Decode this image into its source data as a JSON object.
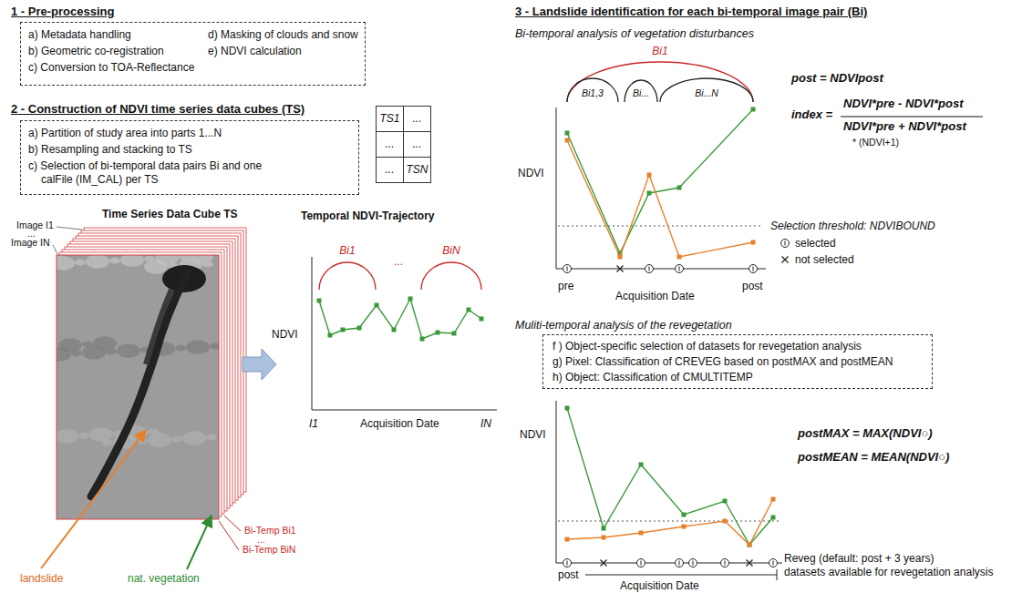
{
  "diagram": {
    "nodes": [
      {
        "text": [
          "a) Metadata handling",
          "b) Geometric co-registration",
          "c) Conversion to TOA-Reflectance",
          "d) Masking of clouds and snow",
          "e) NDVI calculation"
        ]
      },
      {
        "text": [
          "a) Partition of study area into parts 1...N",
          "b) Resampling and stacking to TS",
          "c) Selection of bi-temporal data pairs Bi and one calFile (IM_CAL) per TS"
        ]
      },
      {
        "text": [
          "TS1"
        ]
      },
      {
        "text": [
          "..."
        ]
      },
      {
        "text": [
          "..."
        ]
      },
      {
        "text": [
          "..."
        ]
      },
      {
        "text": [
          "..."
        ]
      },
      {
        "text": [
          "TSN"
        ]
      },
      {
        "text": [
          "f ) Object-specific selection of datasets for revegetation analysis",
          "g) Pixel: Classification of CREVEG based on postMAX and postMEAN",
          "h) Object: Classification of CMULTITEMP"
        ]
      }
    ],
    "labels": [
      "1 - Pre-processing",
      "2 - Construction of NDVI time series data cubes (TS)",
      "Time Series Data Cube TS",
      "Image I1",
      "...",
      "Image IN",
      "landslide",
      "nat. vegetation",
      "Bi-Temp Bi1",
      "...",
      "Bi-Temp BiN",
      "Temporal NDVI-Trajectory",
      "Bi1",
      "...",
      "BiN",
      "NDVI",
      "I1",
      "Acquisition Date",
      "IN",
      "3 - Landslide identification for each bi-temporal image pair (Bi)",
      "Bi-temporal analysis of vegetation disturbances",
      "Bi1",
      "Bi1,3",
      "Bi...",
      "Bi...N",
      "NDVI",
      "pre",
      "Acquisition Date",
      "post",
      "post = NDVIpost",
      "index =",
      "NDVI*pre - NDVI*post",
      "NDVI*pre + NDVI*post",
      "* (NDVI+1)",
      "Selection threshold: NDVIBOUND",
      "Muliti-temporal analysis of the revegetation",
      "NDVI",
      "post",
      "Acquisition Date",
      "postMAX = MAX(NDVI○)",
      "postMEAN = MEAN(NDVI○)",
      "Reveg (default: post + 3 years)",
      "datasets available for revegetation analysis"
    ],
    "legend": [
      {
        "text": "selected"
      },
      {
        "text": "not selected"
      }
    ]
  }
}
